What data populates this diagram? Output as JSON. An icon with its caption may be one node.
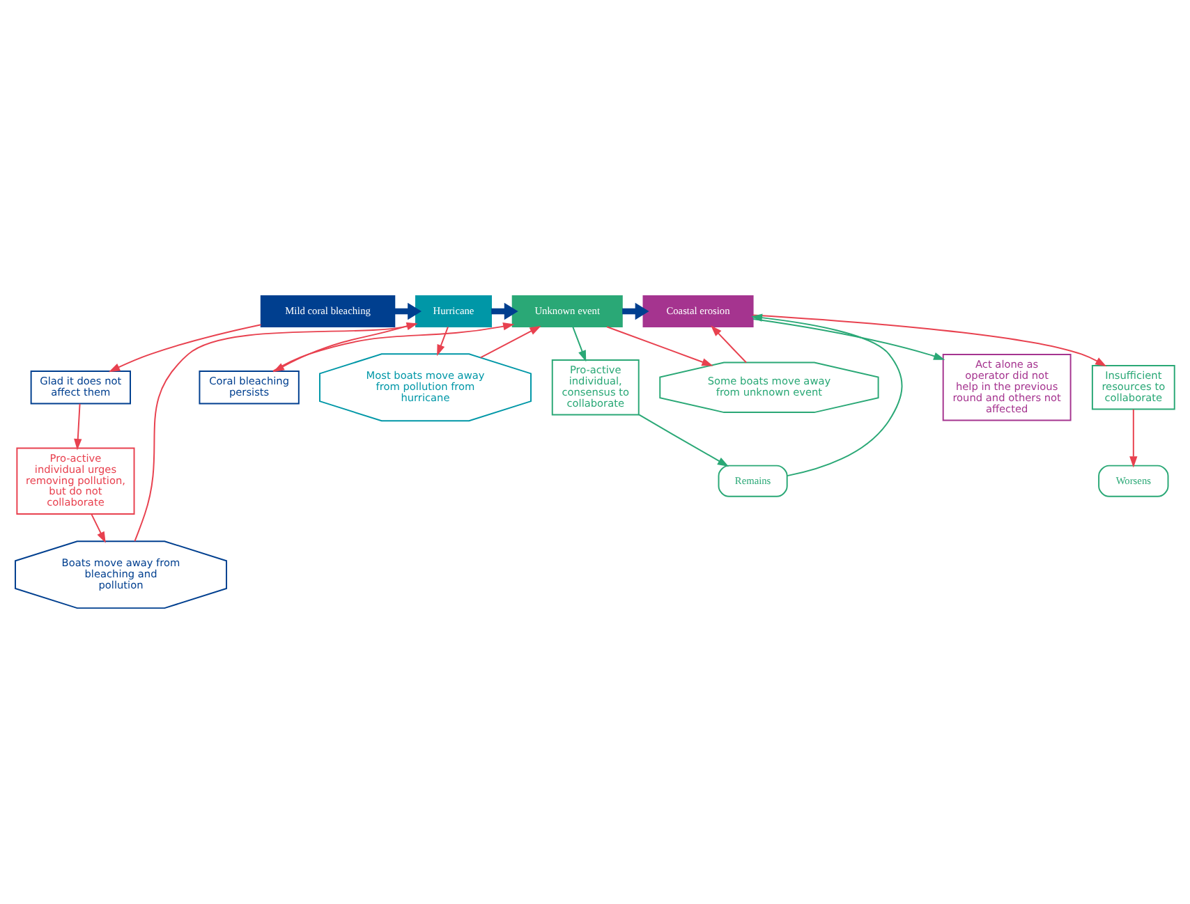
{
  "diagram": {
    "nodes": [
      {
        "text": [
          "Mild coral bleaching"
        ]
      },
      {
        "text": [
          "Hurricane"
        ]
      },
      {
        "text": [
          "Unknown event"
        ]
      },
      {
        "text": [
          "Coastal erosion"
        ]
      },
      {
        "text": [
          "Glad it does not affect them"
        ]
      },
      {
        "text": [
          "Pro-active individual urges removing pollution, but do not collaborate"
        ]
      },
      {
        "text": [
          "Boats move away from bleaching and pollution"
        ]
      },
      {
        "text": [
          "Most boats move away from pollution from hurricane"
        ]
      },
      {
        "text": [
          "Coral bleaching persists"
        ]
      },
      {
        "text": [
          "Pro-active individual, consensus to collaborate"
        ]
      },
      {
        "text": [
          "Remains"
        ]
      },
      {
        "text": [
          "Some boats move away from unknown event"
        ]
      },
      {
        "text": [
          "Act alone as operator did not help in the previous round and others not affected"
        ]
      },
      {
        "text": [
          "Insufficient resources to collaborate"
        ]
      },
      {
        "text": [
          "Worsens"
        ]
      }
    ],
    "edges": [
      {
        "from": 0,
        "to": 1,
        "arrow": "to",
        "style": "thick",
        "color": "#003f8f"
      },
      {
        "from": 1,
        "to": 2,
        "arrow": "to",
        "style": "thick",
        "color": "#003f8f"
      },
      {
        "from": 2,
        "to": 3,
        "arrow": "to",
        "style": "thick",
        "color": "#003f8f"
      },
      {
        "from": 0,
        "to": 4,
        "arrow": "to"
      },
      {
        "from": 4,
        "to": 5,
        "arrow": "to"
      },
      {
        "from": 5,
        "to": 6,
        "arrow": "to"
      },
      {
        "from": 6,
        "to": 1,
        "arrow": "to"
      },
      {
        "from": 1,
        "to": 7,
        "arrow": "to"
      },
      {
        "from": 1,
        "to": 8,
        "arrow": "to"
      },
      {
        "from": 7,
        "to": 2,
        "arrow": "to"
      },
      {
        "from": 8,
        "to": 2,
        "arrow": "to"
      },
      {
        "from": 2,
        "to": 11,
        "arrow": "to"
      },
      {
        "from": 11,
        "to": 3,
        "arrow": "to"
      },
      {
        "from": 2,
        "to": 9,
        "arrow": "to",
        "color": "#2aa876"
      },
      {
        "from": 9,
        "to": 10,
        "arrow": "to",
        "color": "#2aa876"
      },
      {
        "from": 10,
        "to": 3,
        "arrow": "to",
        "color": "#2aa876"
      },
      {
        "from": 3,
        "to": 12,
        "arrow": "to",
        "color": "#2aa876"
      },
      {
        "from": 3,
        "to": 13,
        "arrow": "to"
      },
      {
        "from": 13,
        "to": 14,
        "arrow": "to"
      }
    ]
  }
}
